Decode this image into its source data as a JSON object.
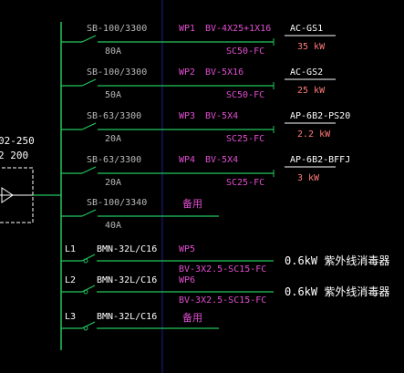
{
  "colors": {
    "background": "#000000",
    "busbar": "#22c55e",
    "breaker_text": "#b9b9b9",
    "cable_text": "#e04dd0",
    "load_text": "#ffffff",
    "load_kw": "#ff7a7a",
    "divider": "#1e1e8c",
    "incoming": "#ffffff"
  },
  "incoming": {
    "model": "02-250",
    "rating": "2 200"
  },
  "feeders": [
    {
      "breaker": "SB-100/3300",
      "rating": "80A",
      "circuit": "WP1",
      "cable": "BV-4X25+1X16",
      "conduit": "SC50-FC",
      "load_name": "AC-GS1",
      "load_kw": "35 kW"
    },
    {
      "breaker": "SB-100/3300",
      "rating": "50A",
      "circuit": "WP2",
      "cable": "BV-5X16",
      "conduit": "SC50-FC",
      "load_name": "AC-GS2",
      "load_kw": "25 kW"
    },
    {
      "breaker": "SB-63/3300",
      "rating": "20A",
      "circuit": "WP3",
      "cable": "BV-5X4",
      "conduit": "SC25-FC",
      "load_name": "AP-6B2-PS20",
      "load_kw": "2.2 kW"
    },
    {
      "breaker": "SB-63/3300",
      "rating": "20A",
      "circuit": "WP4",
      "cable": "BV-5X4",
      "conduit": "SC25-FC",
      "load_name": "AP-6B2-BFFJ",
      "load_kw": "3 kW"
    },
    {
      "breaker": "SB-100/3340",
      "rating": "40A",
      "spare": "备用"
    }
  ],
  "lighting": [
    {
      "phase": "L1",
      "breaker": "BMN-32L/C16",
      "circuit": "WP5",
      "cable": "BV-3X2.5-SC15-FC",
      "load": "0.6kW 紫外线消毒器"
    },
    {
      "phase": "L2",
      "breaker": "BMN-32L/C16",
      "circuit": "WP6",
      "cable": "BV-3X2.5-SC15-FC",
      "load": "0.6kW 紫外线消毒器"
    },
    {
      "phase": "L3",
      "breaker": "BMN-32L/C16",
      "spare": "备用"
    }
  ]
}
